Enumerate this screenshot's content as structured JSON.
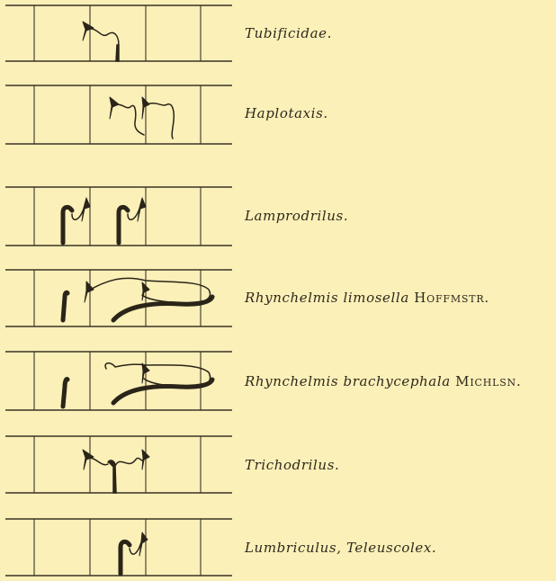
{
  "rows": [
    {
      "name": "Tubificidae.",
      "author": ""
    },
    {
      "name": "Haplotaxis.",
      "author": ""
    },
    {
      "name": "Lamprodrilus.",
      "author": ""
    },
    {
      "name": "Rhynchelmis limosella",
      "author": "Hoffmstr."
    },
    {
      "name": "Rhynchelmis brachycephala",
      "author": "Michlsn."
    },
    {
      "name": "Trichodrilus.",
      "author": ""
    },
    {
      "name": "Lumbriculus, Teleuscolex.",
      "author": ""
    }
  ]
}
